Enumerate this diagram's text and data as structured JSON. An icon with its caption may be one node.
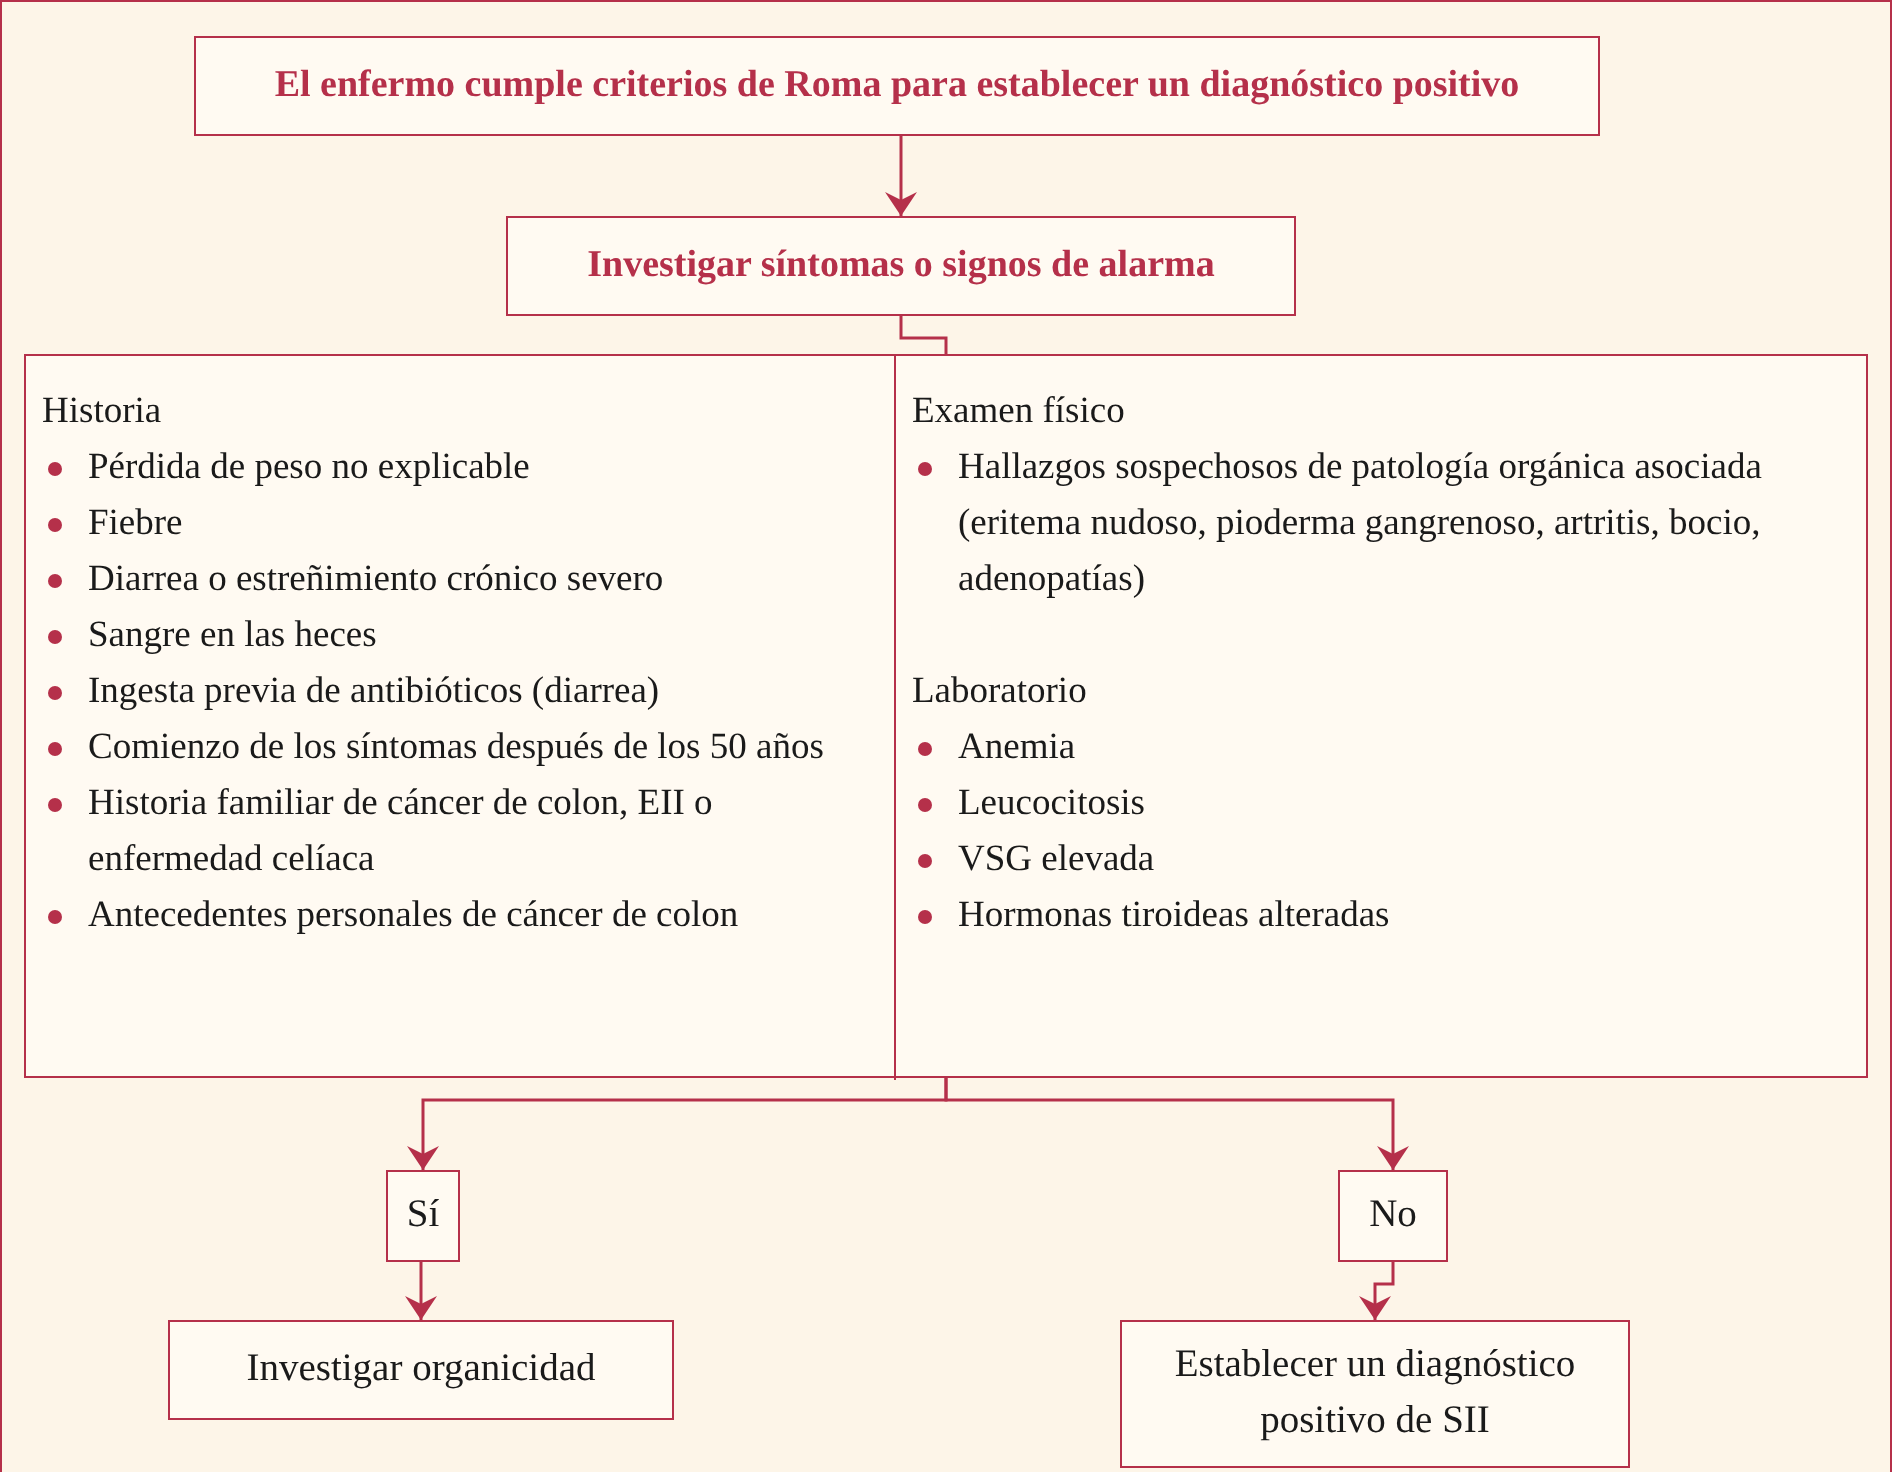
{
  "diagram": {
    "nodes": [
      {
        "text": [
          "El enfermo cumple criterios de Roma para establecer un diagnóstico positivo"
        ]
      },
      {
        "text": [
          "Investigar síntomas o signos de alarma"
        ]
      },
      {
        "text": [],
        "shape": "box"
      },
      {
        "text": [
          "Historia",
          "Pérdida de peso no explicable",
          "Fiebre",
          "Diarrea o estreñimiento crónico severo",
          "Sangre en las heces",
          "Ingesta previa de antibióticos (diarrea)",
          "Comienzo de los síntomas después de los 50 años",
          "Historia familiar de cáncer de colon, EII o enfermedad celíaca",
          "Antecedentes personales de cáncer de colon"
        ],
        "in": 2
      },
      {
        "text": [
          "Examen físico",
          "Hallazgos sospechosos de patología orgánica asociada (eritema nudoso, pioderma gangrenoso, artritis, bocio, adenopatías)",
          "Laboratorio",
          "Anemia",
          "Leucocitosis",
          "VSG elevada",
          "Hormonas tiroideas alteradas"
        ],
        "in": 2
      },
      {
        "text": [
          "Sí"
        ]
      },
      {
        "text": [
          "No"
        ]
      },
      {
        "text": [
          "Investigar organicidad"
        ]
      },
      {
        "text": [
          "Establecer un diagnóstico positivo de SII"
        ]
      }
    ],
    "edges": [
      {
        "from": 0,
        "to": 1,
        "arrow": "to"
      },
      {
        "from": 1,
        "to": 2,
        "arrow": "none"
      },
      {
        "from": 2,
        "to": 5,
        "arrow": "to"
      },
      {
        "from": 2,
        "to": 6,
        "arrow": "to"
      },
      {
        "from": 5,
        "to": 7,
        "arrow": "to"
      },
      {
        "from": 6,
        "to": 8,
        "arrow": "to"
      }
    ]
  }
}
